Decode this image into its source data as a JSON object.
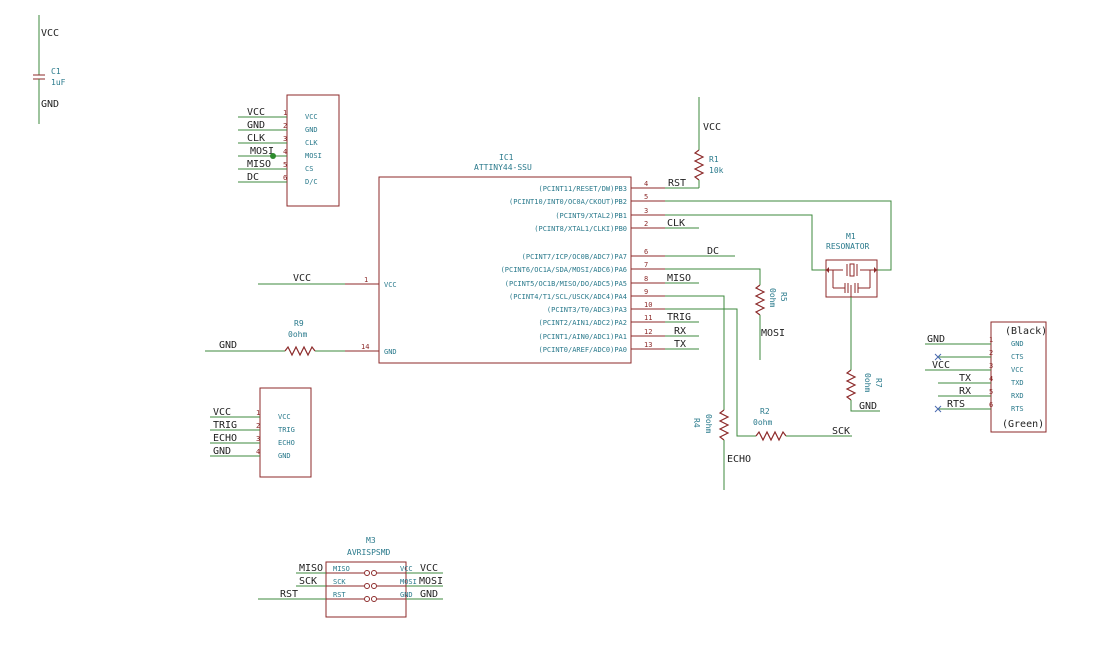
{
  "c1": {
    "ref": "C1",
    "value": "1uF",
    "top_net": "VCC",
    "bottom_net": "GND"
  },
  "oled": {
    "pins": [
      {
        "num": "1",
        "label": "VCC",
        "net": "VCC"
      },
      {
        "num": "2",
        "label": "GND",
        "net": "GND"
      },
      {
        "num": "3",
        "label": "CLK",
        "net": "CLK"
      },
      {
        "num": "4",
        "label": "MOSI",
        "net": "MOSI"
      },
      {
        "num": "5",
        "label": "CS",
        "net": "MISO"
      },
      {
        "num": "6",
        "label": "D/C",
        "net": "DC"
      }
    ]
  },
  "ic1": {
    "ref": "IC1",
    "value": "ATTINY44-SSU",
    "right_pins": [
      {
        "label": "(PCINT11/RESET/DW)PB3",
        "num": "4",
        "net": "RST"
      },
      {
        "label": "(PCINT10/INT0/OC0A/CKOUT)PB2",
        "num": "5",
        "net": ""
      },
      {
        "label": "(PCINT9/XTAL2)PB1",
        "num": "3",
        "net": ""
      },
      {
        "label": "(PCINT8/XTAL1/CLKI)PB0",
        "num": "2",
        "net": "CLK"
      },
      {
        "label": "(PCINT7/ICP/OC0B/ADC7)PA7",
        "num": "6",
        "net": "DC"
      },
      {
        "label": "(PCINT6/OC1A/SDA/MOSI/ADC6)PA6",
        "num": "7",
        "net": ""
      },
      {
        "label": "(PCINT5/OC1B/MISO/DO/ADC5)PA5",
        "num": "8",
        "net": "MISO"
      },
      {
        "label": "(PCINT4/T1/SCL/USCK/ADC4)PA4",
        "num": "9",
        "net": ""
      },
      {
        "label": "(PCINT3/T0/ADC3)PA3",
        "num": "10",
        "net": ""
      },
      {
        "label": "(PCINT2/AIN1/ADC2)PA2",
        "num": "11",
        "net": "TRIG"
      },
      {
        "label": "(PCINT1/AIN0/ADC1)PA1",
        "num": "12",
        "net": "RX"
      },
      {
        "label": "(PCINT0/AREF/ADC0)PA0",
        "num": "13",
        "net": "TX"
      }
    ],
    "left_pins": [
      {
        "label": "VCC",
        "num": "1",
        "net": "VCC"
      },
      {
        "label": "GND",
        "num": "14",
        "net": "GND"
      }
    ]
  },
  "r1": {
    "ref": "R1",
    "value": "10k",
    "top_net": "VCC"
  },
  "r9": {
    "ref": "R9",
    "value": "0ohm"
  },
  "r5": {
    "ref": "R5",
    "value": "0ohm",
    "net": "MOSI"
  },
  "r4": {
    "ref": "R4",
    "value": "0ohm",
    "net": "ECHO"
  },
  "r2": {
    "ref": "R2",
    "value": "0ohm",
    "net": "SCK"
  },
  "r7": {
    "ref": "R7",
    "value": "0ohm",
    "net": "GND"
  },
  "m1": {
    "ref": "M1",
    "value": "RESONATOR"
  },
  "sonar": {
    "pins": [
      {
        "num": "1",
        "label": "VCC",
        "net": "VCC"
      },
      {
        "num": "2",
        "label": "TRIG",
        "net": "TRIG"
      },
      {
        "num": "3",
        "label": "ECHO",
        "net": "ECHO"
      },
      {
        "num": "4",
        "label": "GND",
        "net": "GND"
      }
    ]
  },
  "ftdi": {
    "top_label": "(Black)",
    "bottom_label": "(Green)",
    "pins": [
      {
        "num": "1",
        "label": "GND",
        "net": "GND"
      },
      {
        "num": "2",
        "label": "CTS",
        "net": ""
      },
      {
        "num": "3",
        "label": "VCC",
        "net": "VCC"
      },
      {
        "num": "4",
        "label": "TXD",
        "net": "TX"
      },
      {
        "num": "5",
        "label": "RXD",
        "net": "RX"
      },
      {
        "num": "6",
        "label": "RTS",
        "net": "RTS"
      }
    ]
  },
  "m3": {
    "ref": "M3",
    "value": "AVRISPSMD",
    "left": [
      {
        "label": "MISO",
        "net": "MISO"
      },
      {
        "label": "SCK",
        "net": "SCK"
      },
      {
        "label": "RST",
        "net": "RST"
      }
    ],
    "right": [
      {
        "label": "VCC",
        "net": "VCC"
      },
      {
        "label": "MOSI",
        "net": "MOSI"
      },
      {
        "label": "GND",
        "net": "GND"
      }
    ]
  }
}
